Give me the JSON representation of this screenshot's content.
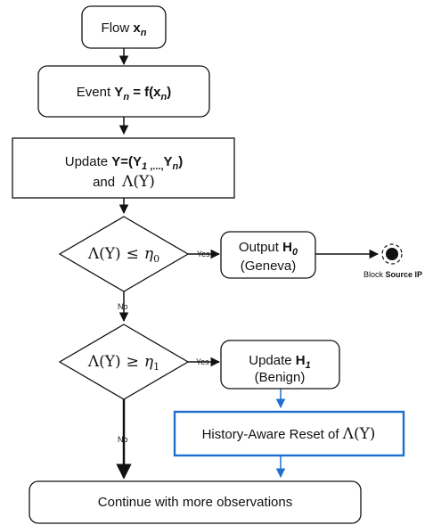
{
  "nodes": {
    "flow": {
      "label": "Flow ",
      "var": "x",
      "sub": "n"
    },
    "event": {
      "label": "Event ",
      "y": "Y",
      "sub": "n",
      "eq": " = f(x",
      "sub2": "n",
      "close": ")"
    },
    "update_y": {
      "label": "Update ",
      "expr_start": "Y=(Y",
      "sub1": "1",
      "dots": " ,...,",
      "y2": "Y",
      "sub2": "n",
      "close": ")",
      "and": "and",
      "lambda": "Λ(Y)"
    },
    "decision_eta0": {
      "lambda": "Λ(Y)",
      "op": "≤",
      "eta": "η",
      "sub": "0"
    },
    "output_h0": {
      "label": "Output ",
      "h": "H",
      "sub": "0",
      "line2": "(Geneva)"
    },
    "block": {
      "prefix": "Block ",
      "bold": "Source IP"
    },
    "decision_eta1": {
      "lambda": "Λ(Y)",
      "op": "≥",
      "eta": "η",
      "sub": "1"
    },
    "update_h1": {
      "label": "Update ",
      "h": "H",
      "sub": "1",
      "line2": "(Benign)"
    },
    "reset": {
      "label": "History-Aware Reset of ",
      "lambda": "Λ(Y)"
    },
    "continue": {
      "label": "Continue with more observations"
    }
  },
  "edges": {
    "yes_label_1": "Yes",
    "no_label_1": "No",
    "yes_label_2": "Yes",
    "no_label_2": "No"
  },
  "colors": {
    "line": "#111111",
    "accent_blue": "#1f6fd1",
    "fill": "#ffffff"
  }
}
